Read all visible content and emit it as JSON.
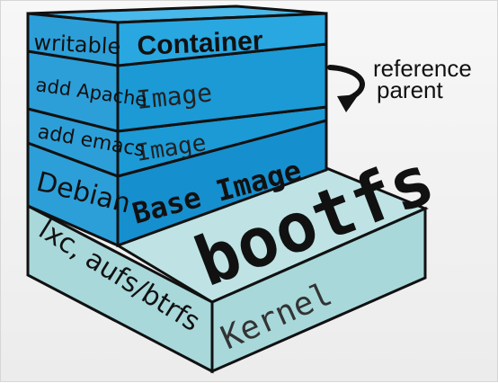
{
  "layers": {
    "container": {
      "side_label": "writable",
      "front_label": "Container"
    },
    "apache": {
      "side_label": "add Apache",
      "front_label": "Image"
    },
    "emacs": {
      "side_label": "add emacs",
      "front_label": "Image"
    },
    "debian": {
      "side_label": "Debian",
      "front_label": "Base Image"
    },
    "bootfs": {
      "side_label": "lxc, aufs/btrfs",
      "top_label": "bootfs",
      "front_label": "Kernel"
    }
  },
  "annotation": {
    "line1": "reference",
    "line2": "parent"
  },
  "colors": {
    "container_front": "#29a7e1",
    "image_front": "#1b9ad6",
    "base_front": "#168fce",
    "side": "#2c9fd9",
    "kernel": "#a8d8da",
    "kernel_top": "#bfe3e4",
    "outline": "#111111"
  }
}
